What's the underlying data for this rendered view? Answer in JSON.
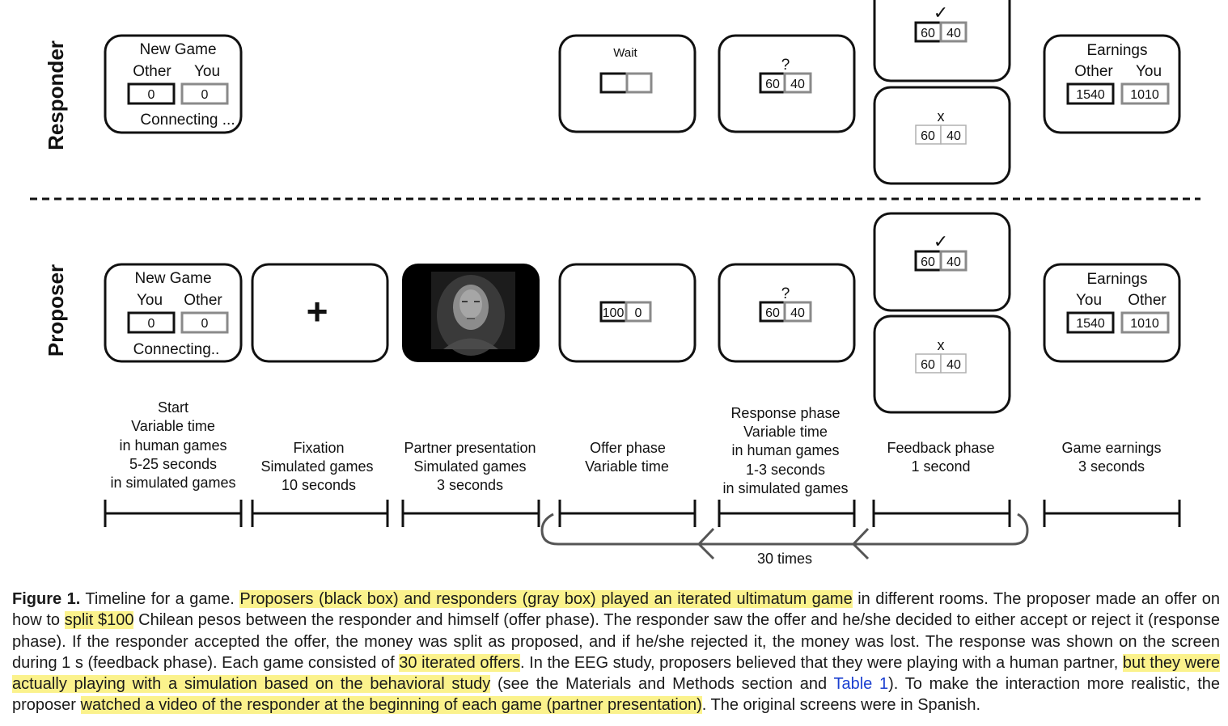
{
  "rows": {
    "responder": "Responder",
    "proposer": "Proposer"
  },
  "responder": {
    "new_game": {
      "title": "New Game",
      "left": "Other",
      "right": "You",
      "left_val": "0",
      "right_val": "0",
      "status": "Connecting ..."
    },
    "wait": "Wait",
    "response": {
      "mark": "?",
      "a": "60",
      "b": "40"
    },
    "feedback_accept": {
      "mark": "✓",
      "a": "60",
      "b": "40"
    },
    "feedback_reject": {
      "mark": "x",
      "a": "60",
      "b": "40"
    },
    "earnings": {
      "title": "Earnings",
      "left": "Other",
      "right": "You",
      "left_val": "1540",
      "right_val": "1010"
    }
  },
  "proposer": {
    "new_game": {
      "title": "New Game",
      "left": "You",
      "right": "Other",
      "left_val": "0",
      "right_val": "0",
      "status": "Connecting.."
    },
    "fixation": "+",
    "offer": {
      "a": "100",
      "b": "0"
    },
    "response": {
      "mark": "?",
      "a": "60",
      "b": "40"
    },
    "feedback_accept": {
      "mark": "✓",
      "a": "60",
      "b": "40"
    },
    "feedback_reject": {
      "mark": "x",
      "a": "60",
      "b": "40"
    },
    "earnings": {
      "title": "Earnings",
      "left": "You",
      "right": "Other",
      "left_val": "1540",
      "right_val": "1010"
    }
  },
  "phases": {
    "start": [
      "Start",
      "Variable time",
      "in human games",
      "5-25 seconds",
      "in simulated games"
    ],
    "fixation": [
      "Fixation",
      "Simulated games",
      "10 seconds"
    ],
    "partner": [
      "Partner presentation",
      "Simulated games",
      "3 seconds"
    ],
    "offer": [
      "Offer phase",
      "Variable time"
    ],
    "response": [
      "Response phase",
      "Variable time",
      "in human games",
      "1-3 seconds",
      "in simulated games"
    ],
    "feedback": [
      "Feedback phase",
      "1 second"
    ],
    "earnings": [
      "Game earnings",
      "3 seconds"
    ]
  },
  "repeat_label": "30 times",
  "caption": {
    "label": "Figure 1.",
    "s1": " Timeline for a game. ",
    "h1": "Proposers (black box) and responders (gray box) played an iterated ultimatum game",
    "s2": " in different rooms. The proposer made an offer on how to ",
    "h2": "split $100",
    "s3": " Chilean pesos between the responder and himself (offer phase). The responder saw the offer and he/she decided to either accept or reject it (response phase). If the responder accepted the offer, the money was split as proposed, and if he/she rejected it, the money was lost. The response was shown on the screen during 1 s (feedback phase). Each game consisted of ",
    "h3": "30 iterated offers",
    "s4": ". In the EEG study, proposers believed that they were playing with a human partner, ",
    "h4": "but they were actually playing with a simulation based on the behavioral study",
    "s5": " (see the Materials and Methods section and ",
    "link": "Table 1",
    "s6": "). To make the interaction more realistic, the proposer ",
    "h5": "watched a video of the responder at the beginning of each game (partner presentation)",
    "s7": ". The original screens were in Spanish."
  }
}
